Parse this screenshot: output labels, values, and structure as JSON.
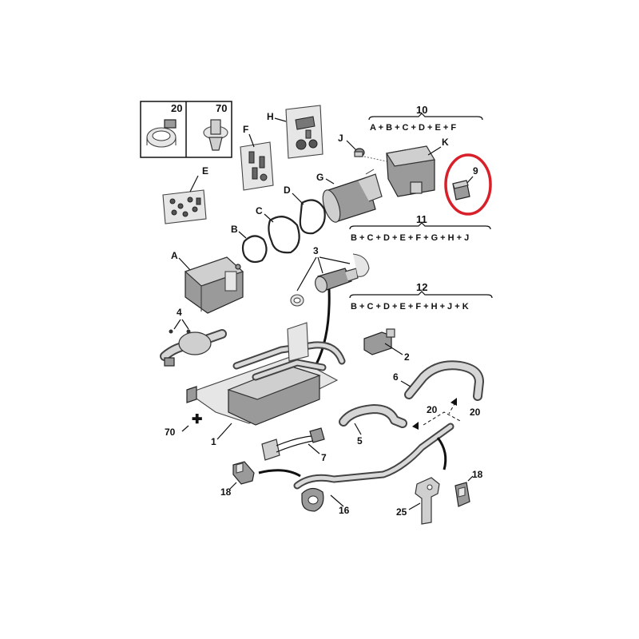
{
  "diagram": {
    "kits": {
      "k10": {
        "number": "10",
        "letters": "A + B + C + D + E + F"
      },
      "k11": {
        "number": "11",
        "letters": "B + C + D + E + F + G + H + J"
      },
      "k12": {
        "number": "12",
        "letters": "B + C + D + E + F + H + J + K"
      }
    },
    "box": {
      "left": "20",
      "right": "70"
    },
    "letters": {
      "A": "A",
      "B": "B",
      "C": "C",
      "D": "D",
      "E": "E",
      "F": "F",
      "G": "G",
      "H": "H",
      "J": "J",
      "K": "K"
    },
    "numbers": {
      "n1": "1",
      "n2": "2",
      "n3": "3",
      "n4": "4",
      "n5": "5",
      "n6": "6",
      "n7": "7",
      "n9": "9",
      "n16": "16",
      "n18a": "18",
      "n18b": "18",
      "n20a": "20",
      "n20b": "20",
      "n25": "25",
      "n70": "70"
    },
    "colors": {
      "highlight": "#d8202a",
      "ink": "#111111"
    }
  }
}
